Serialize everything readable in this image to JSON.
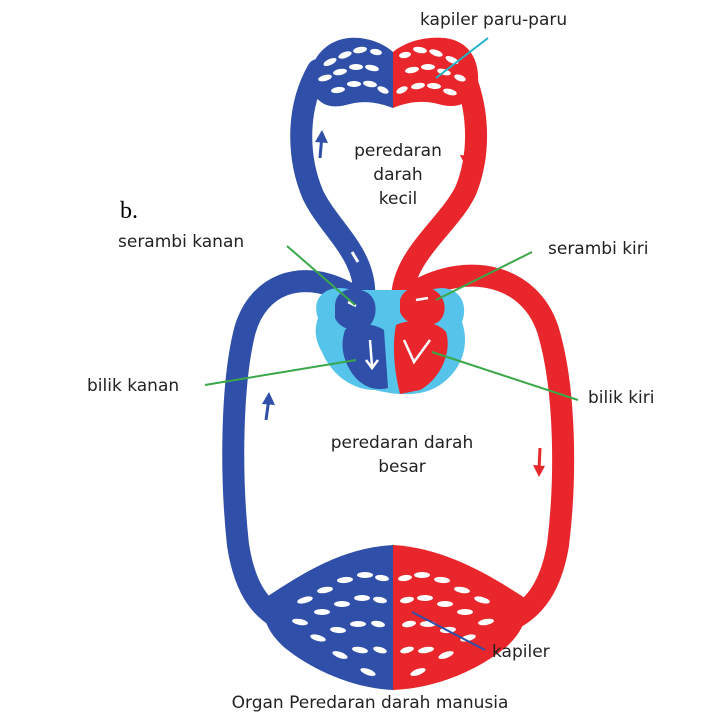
{
  "marker": "b.",
  "labels": {
    "lung_capillary": "kapiler paru-paru",
    "small_circulation": [
      "peredaran",
      "darah",
      "kecil"
    ],
    "right_atrium": "serambi kanan",
    "left_atrium": "serambi kiri",
    "right_ventricle": "bilik kanan",
    "left_ventricle": "bilik kiri",
    "large_circulation": [
      "peredaran darah",
      "besar"
    ],
    "body_capillary": "kapiler"
  },
  "caption": "Organ Peredaran darah manusia",
  "colors": {
    "deoxygenated": "#2f4fa8",
    "oxygenated": "#e8262b",
    "pericardium": "#56c3ea",
    "leader_green": "#3aa84a",
    "leader_cyan": "#1fb3c9",
    "leader_blue": "#2f4fa8"
  }
}
